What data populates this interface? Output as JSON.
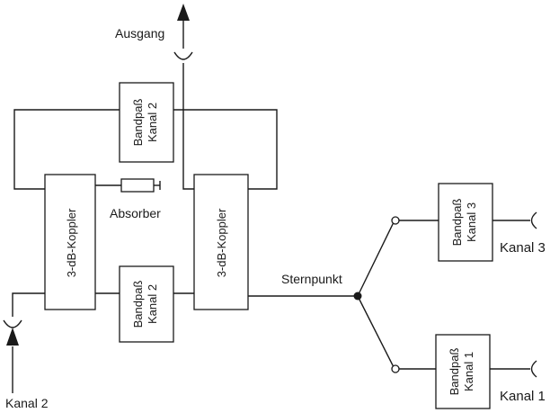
{
  "labels": {
    "ausgang": "Ausgang",
    "absorber": "Absorber",
    "sternpunkt": "Sternpunkt",
    "kanal_2_input": "Kanal 2",
    "kanal_3": "Kanal 3",
    "kanal_1": "Kanal 1"
  },
  "blocks": {
    "coupler_left": "3-dB-Koppler",
    "coupler_right": "3-dB-Koppler",
    "bandpass_top": {
      "line1": "Bandpaß",
      "line2": "Kanal 2"
    },
    "bandpass_bottom": {
      "line1": "Bandpaß",
      "line2": "Kanal 2"
    },
    "bandpass_k3": {
      "line1": "Bandpaß",
      "line2": "Kanal 3"
    },
    "bandpass_k1": {
      "line1": "Bandpaß",
      "line2": "Kanal 1"
    }
  }
}
